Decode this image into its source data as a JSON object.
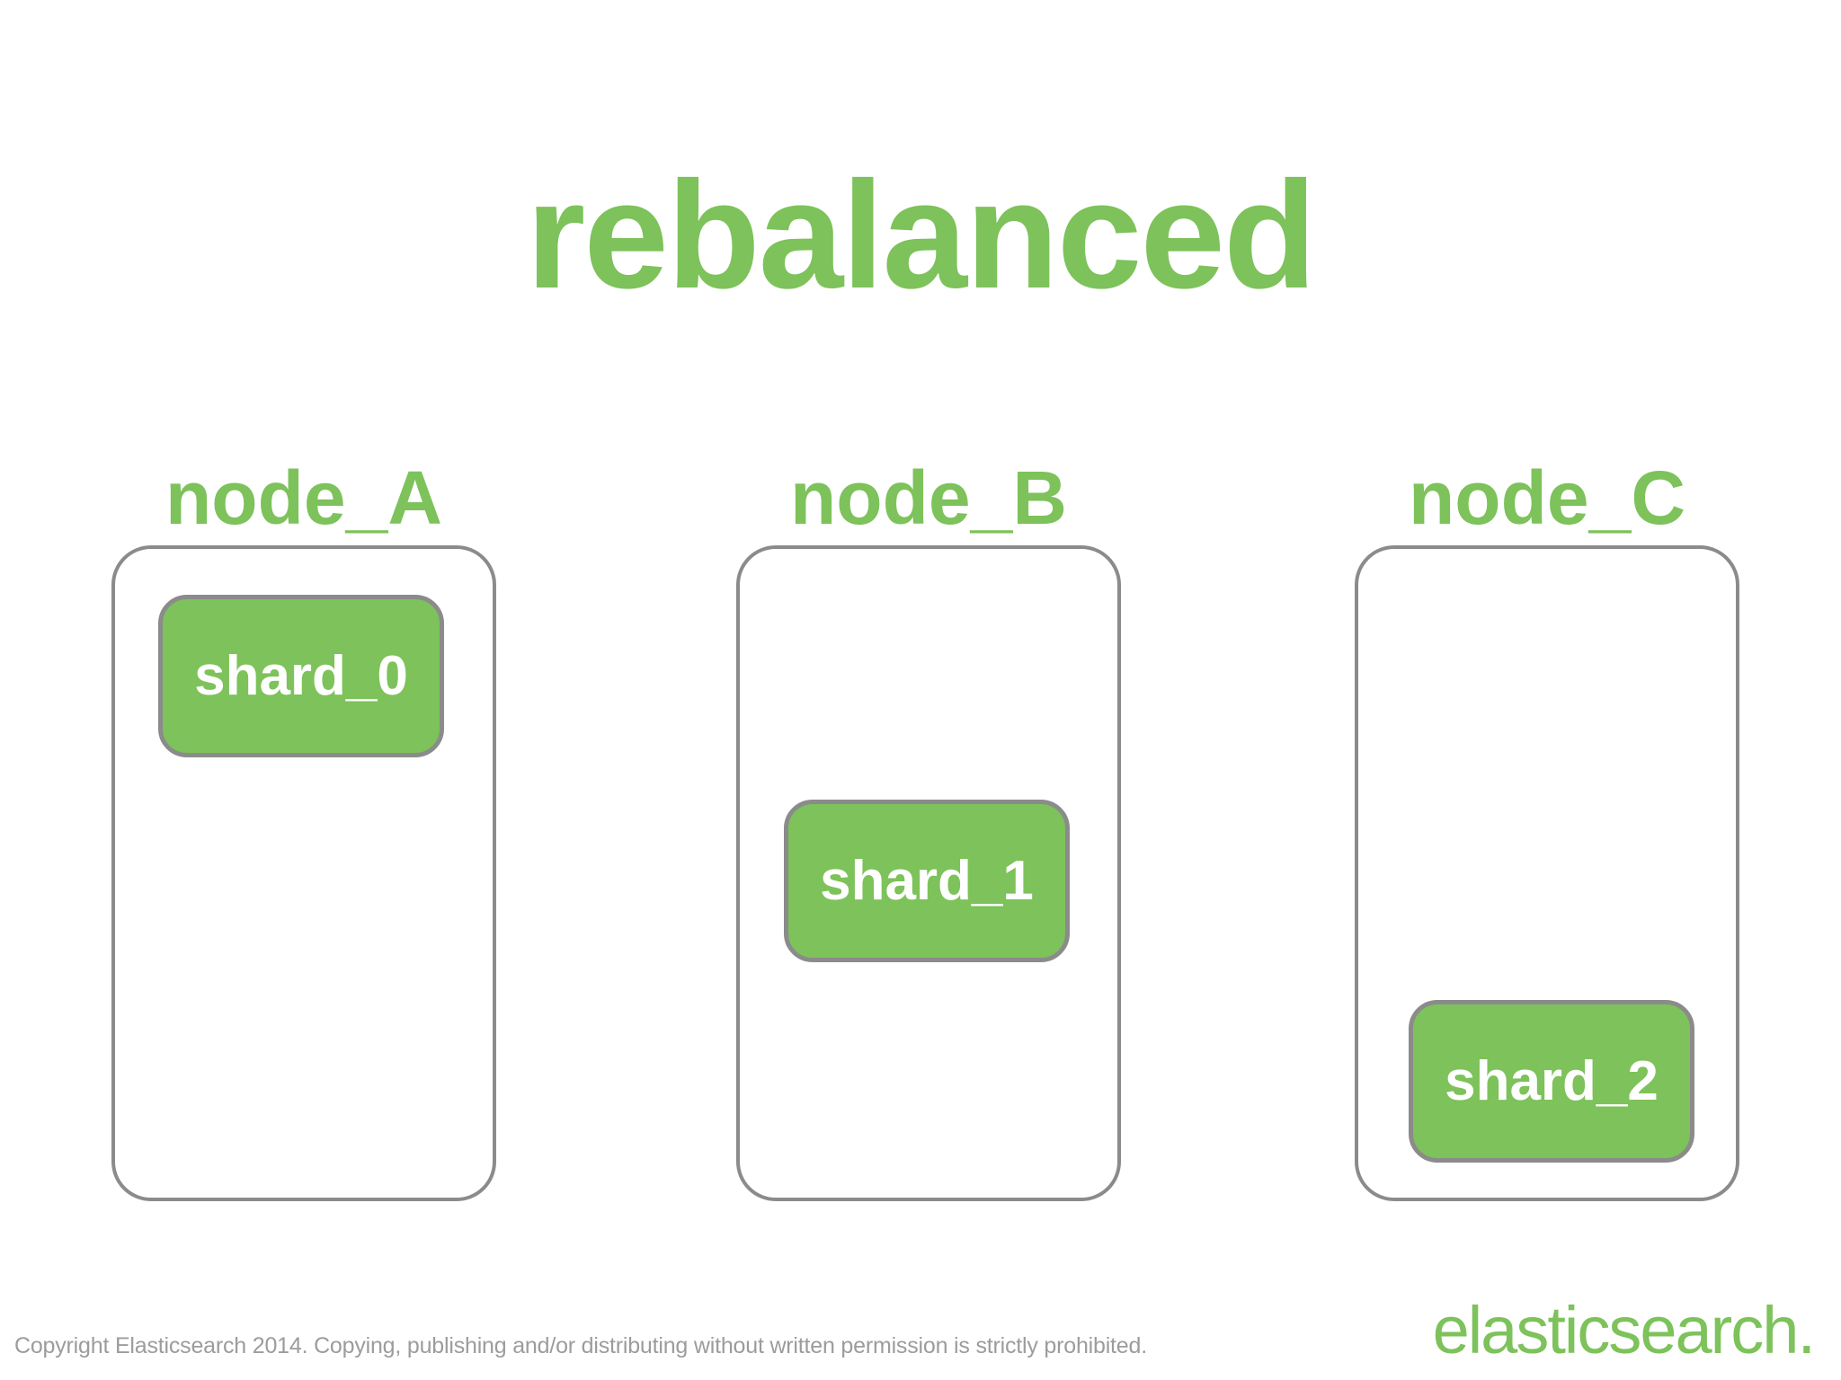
{
  "slide": {
    "title": "rebalanced",
    "nodes": [
      {
        "label": "node_A",
        "shards": [
          {
            "label": "shard_0",
            "slot": "top"
          }
        ]
      },
      {
        "label": "node_B",
        "shards": [
          {
            "label": "shard_1",
            "slot": "middle"
          }
        ]
      },
      {
        "label": "node_C",
        "shards": [
          {
            "label": "shard_2",
            "slot": "bottom"
          }
        ]
      }
    ],
    "footer": {
      "copyright": "Copyright Elasticsearch 2014. Copying, publishing and/or distributing without written permission is strictly prohibited.",
      "brand": "elasticsearch."
    },
    "colors": {
      "accent_green": "#7dc25a",
      "shard_fill": "#7dc25a",
      "outline_gray": "#8b8b8b",
      "copyright_gray": "#9c9c9c",
      "shard_text": "#ffffff",
      "background": "#ffffff"
    }
  }
}
